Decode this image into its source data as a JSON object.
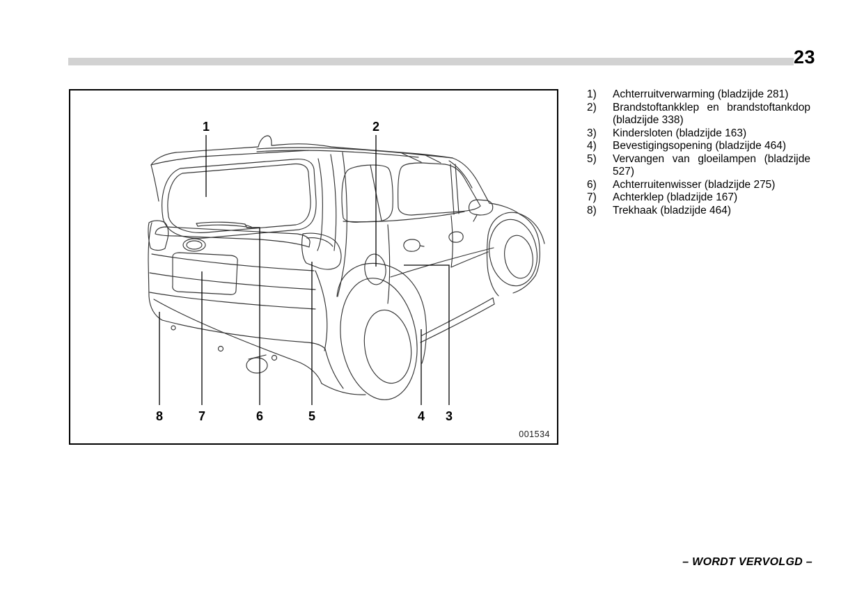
{
  "page": {
    "number": "23",
    "footer_note": "– WORDT VERVOLGD –"
  },
  "figure": {
    "image_code": "001534",
    "callouts": {
      "c1": "1",
      "c2": "2",
      "c3": "3",
      "c4": "4",
      "c5": "5",
      "c6": "6",
      "c7": "7",
      "c8": "8"
    }
  },
  "legend": {
    "items": [
      {
        "num": "1)",
        "text": "Achterruitverwarming (bladzijde 281)"
      },
      {
        "num": "2)",
        "text": "Brandstoftankklep en brandstoftankdop (bladzijde 338)"
      },
      {
        "num": "3)",
        "text": "Kindersloten (bladzijde 163)"
      },
      {
        "num": "4)",
        "text": "Bevestigingsopening (bladzijde 464)"
      },
      {
        "num": "5)",
        "text": "Vervangen van gloeilampen (bladzijde 527)"
      },
      {
        "num": "6)",
        "text": "Achterruitenwisser (bladzijde 275)"
      },
      {
        "num": "7)",
        "text": "Achterklep (bladzijde 167)"
      },
      {
        "num": "8)",
        "text": "Trekhaak (bladzijde 464)"
      }
    ]
  },
  "colors": {
    "divider": "#d2d2d2",
    "ink": "#000000"
  }
}
